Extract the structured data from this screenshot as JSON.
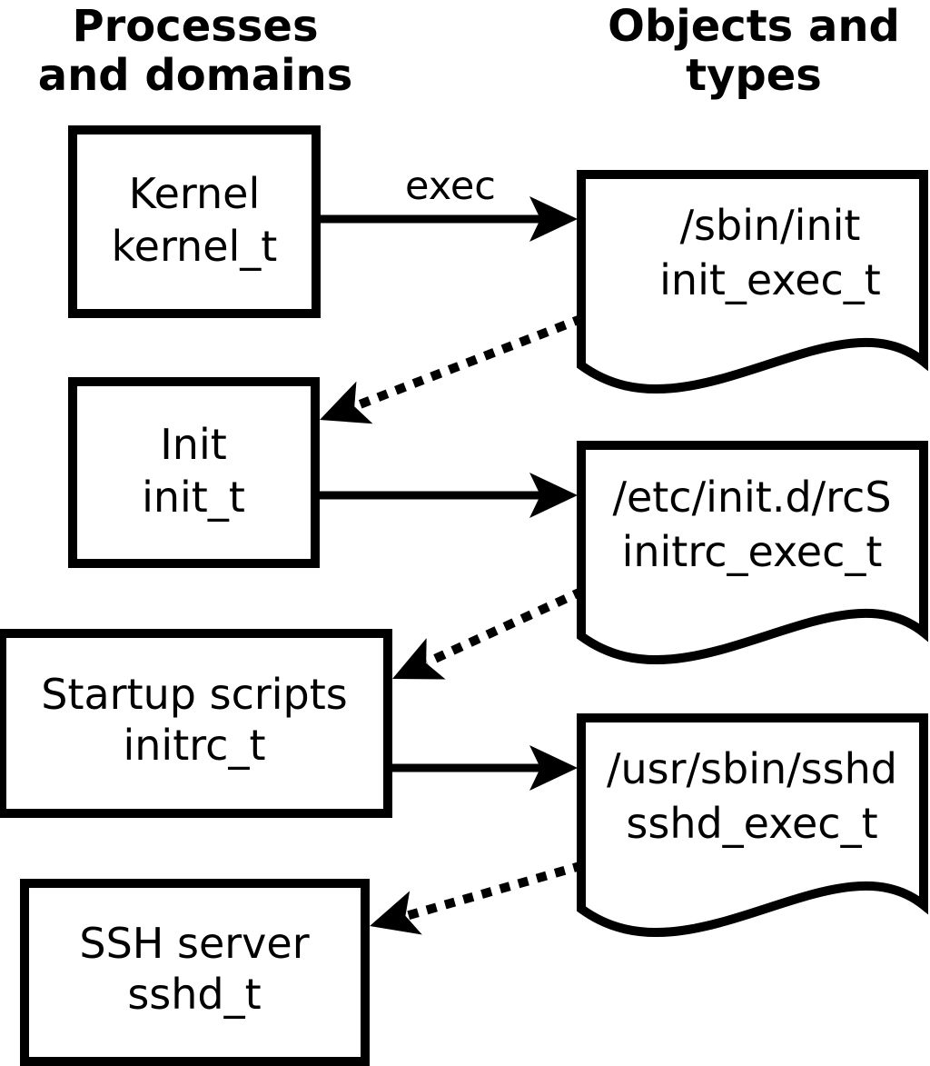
{
  "diagram": {
    "colors": {
      "ink": "#000000",
      "paper": "#ffffff"
    },
    "column_headers": {
      "left": {
        "line1": "Processes",
        "line2": "and domains"
      },
      "right": {
        "line1": "Objects and",
        "line2": "types"
      }
    },
    "edge_labels": {
      "exec": "exec"
    },
    "process_nodes": [
      {
        "name": "Kernel",
        "type": "kernel_t"
      },
      {
        "name": "Init",
        "type": "init_t"
      },
      {
        "name": "Startup scripts",
        "type": "initrc_t"
      },
      {
        "name": "SSH server",
        "type": "sshd_t"
      }
    ],
    "object_nodes": [
      {
        "path": "/sbin/init",
        "type": "init_exec_t"
      },
      {
        "path": "/etc/init.d/rcS",
        "type": "initrc_exec_t"
      },
      {
        "path": "/usr/sbin/sshd",
        "type": "sshd_exec_t"
      }
    ]
  }
}
